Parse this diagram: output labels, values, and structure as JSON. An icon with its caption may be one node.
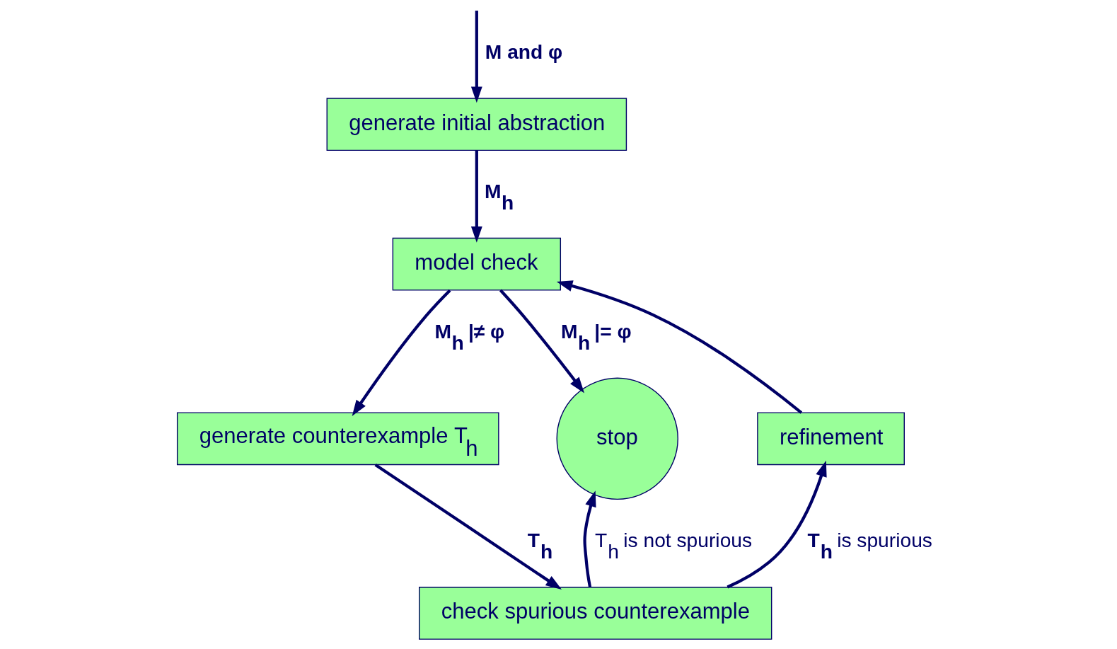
{
  "diagram": {
    "nodes": [
      {
        "text": [
          "generate initial abstraction"
        ]
      },
      {
        "text": [
          "model check"
        ]
      },
      {
        "text": [
          "generate counterexample T$_{h}$"
        ]
      },
      {
        "text": [
          "check spurious counterexample"
        ]
      },
      {
        "text": [
          "refinement"
        ]
      },
      {
        "text": [
          "stop"
        ]
      }
    ],
    "edges": [
      {
        "from": null,
        "to": 0,
        "arrow": "to",
        "label": "M and φ"
      },
      {
        "from": 0,
        "to": 1,
        "arrow": "to",
        "label": "M$_{h}$"
      },
      {
        "from": 1,
        "to": 5,
        "arrow": "to",
        "label": "M$_{h}$ |= φ"
      },
      {
        "from": 1,
        "to": 2,
        "arrow": "to",
        "label": "M$_{h}$ |≠ φ"
      },
      {
        "from": 2,
        "to": 3,
        "arrow": "to",
        "label": "T$_{h}$"
      },
      {
        "from": 3,
        "to": 4,
        "arrow": "to",
        "label": "**T$_{h}$** is spurious"
      },
      {
        "from": 3,
        "to": 5,
        "arrow": "to",
        "label": "T$_{h}$ is not spurious"
      },
      {
        "from": 4,
        "to": 1,
        "arrow": "to"
      }
    ]
  }
}
